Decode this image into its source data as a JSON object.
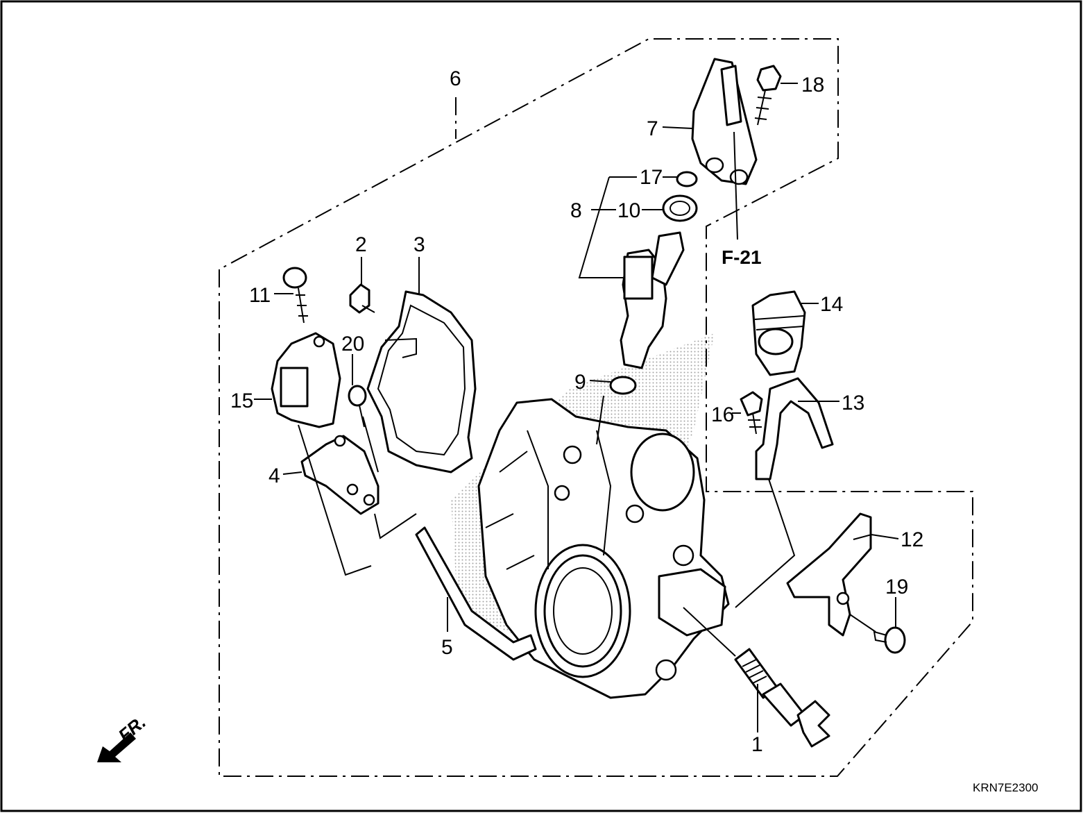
{
  "diagram": {
    "callouts": [
      "1",
      "2",
      "3",
      "4",
      "5",
      "6",
      "7",
      "8",
      "9",
      "10",
      "11",
      "12",
      "13",
      "14",
      "15",
      "16",
      "17",
      "18",
      "19",
      "20"
    ],
    "reference": "F-21",
    "code": "KRN7E2300",
    "direction": "FR."
  }
}
